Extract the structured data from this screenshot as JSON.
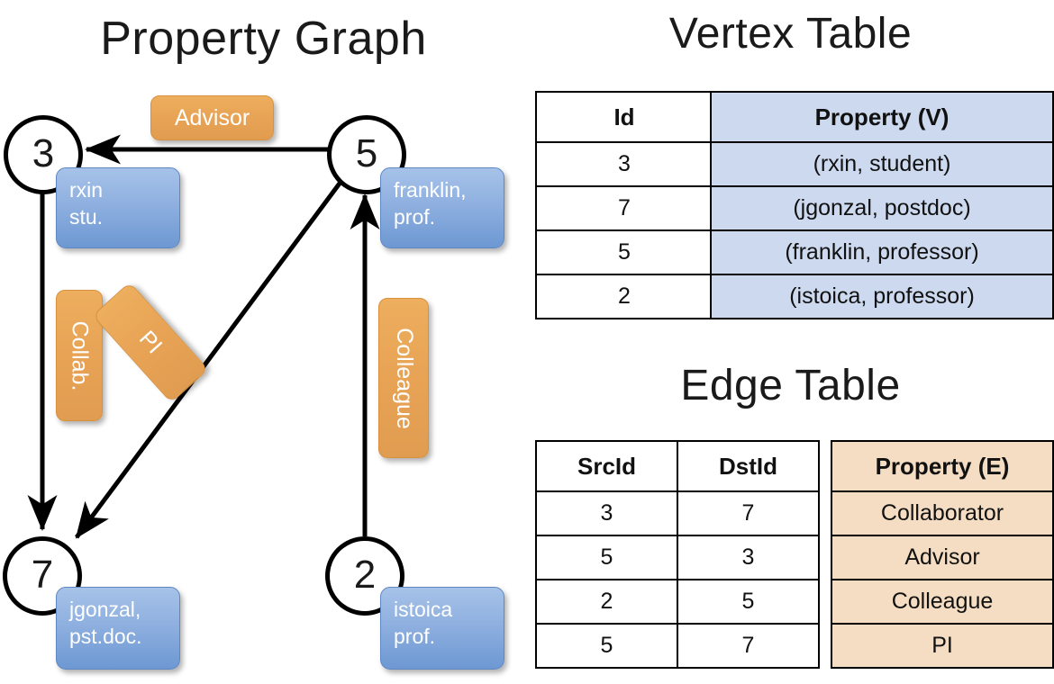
{
  "titles": {
    "property_graph": "Property Graph",
    "vertex_table": "Vertex Table",
    "edge_table": "Edge Table"
  },
  "graph": {
    "vertices": [
      {
        "id": "3",
        "name": "rxin",
        "role": "stu.",
        "label_lines": [
          "rxin",
          "stu."
        ]
      },
      {
        "id": "5",
        "name": "franklin",
        "role": "prof.",
        "label_lines": [
          "franklin,",
          "prof."
        ]
      },
      {
        "id": "7",
        "name": "jgonzal",
        "role": "pst.doc.",
        "label_lines": [
          "jgonzal,",
          "pst.doc."
        ]
      },
      {
        "id": "2",
        "name": "istoica",
        "role": "prof.",
        "label_lines": [
          "istoica",
          "prof."
        ]
      }
    ],
    "edge_labels": {
      "advisor": "Advisor",
      "collab": "Collab.",
      "pi": "PI",
      "colleague": "Colleague"
    },
    "edges": [
      {
        "src": "5",
        "dst": "3",
        "label": "Advisor",
        "shape": "horizontal"
      },
      {
        "src": "3",
        "dst": "7",
        "label": "Collab.",
        "shape": "vertical-left"
      },
      {
        "src": "5",
        "dst": "7",
        "label": "PI",
        "shape": "diagonal"
      },
      {
        "src": "2",
        "dst": "5",
        "label": "Colleague",
        "shape": "vertical-right"
      }
    ]
  },
  "vertex_table": {
    "headers": [
      "Id",
      "Property (V)"
    ],
    "rows": [
      {
        "id": "3",
        "property": "(rxin, student)"
      },
      {
        "id": "7",
        "property": "(jgonzal, postdoc)"
      },
      {
        "id": "5",
        "property": "(franklin, professor)"
      },
      {
        "id": "2",
        "property": "(istoica, professor)"
      }
    ]
  },
  "edge_table": {
    "headers": [
      "SrcId",
      "DstId",
      "Property (E)"
    ],
    "rows": [
      {
        "src": "3",
        "dst": "7",
        "property": "Collaborator"
      },
      {
        "src": "5",
        "dst": "3",
        "property": "Advisor"
      },
      {
        "src": "2",
        "dst": "5",
        "property": "Colleague"
      },
      {
        "src": "5",
        "dst": "7",
        "property": "PI"
      }
    ]
  },
  "colors": {
    "vertex_property_fill": "#ccd9ef",
    "edge_property_fill": "#f5ddc3",
    "vertex_box_blue": "#8fb0e0",
    "edge_label_orange": "#e8a355",
    "stroke": "#000000",
    "background": "#ffffff"
  }
}
